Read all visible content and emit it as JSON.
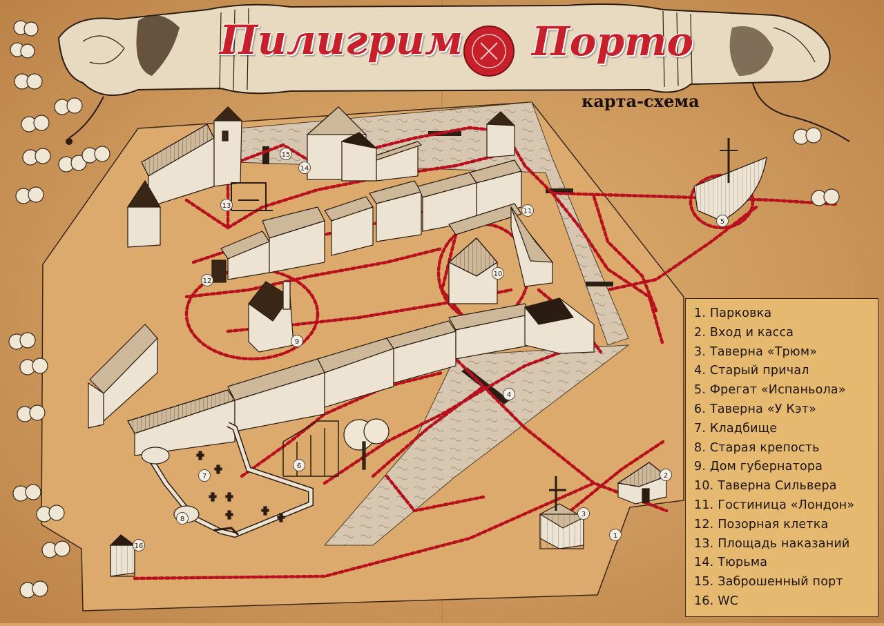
{
  "title": {
    "left_word": "Пилигрим",
    "right_word": "Порто"
  },
  "subtitle": "карта-схема",
  "legend": [
    {
      "num": "1",
      "label": "1. Парковка"
    },
    {
      "num": "2",
      "label": "2. Вход и касса"
    },
    {
      "num": "3",
      "label": "3. Таверна «Трюм»"
    },
    {
      "num": "4",
      "label": "4. Старый причал"
    },
    {
      "num": "5",
      "label": "5. Фрегат «Испаньола»"
    },
    {
      "num": "6",
      "label": "6. Таверна «У Кэт»"
    },
    {
      "num": "7",
      "label": "7. Кладбище"
    },
    {
      "num": "8",
      "label": "8. Старая крепость"
    },
    {
      "num": "9",
      "label": "9. Дом губернатора"
    },
    {
      "num": "10",
      "label": "10. Таверна Сильвера"
    },
    {
      "num": "11",
      "label": "11. Гостиница «Лондон»"
    },
    {
      "num": "12",
      "label": "12. Позорная клетка"
    },
    {
      "num": "13",
      "label": "13. Площадь наказаний"
    },
    {
      "num": "14",
      "label": "14. Тюрьма"
    },
    {
      "num": "15",
      "label": "15. Заброшенный порт"
    },
    {
      "num": "16",
      "label": "16. WC"
    }
  ],
  "colors": {
    "paper": "#d9a66a",
    "paper_dark": "#c88f52",
    "canal": "#d8c7b0",
    "path_red": "#b8111e",
    "title_red": "#c8202a",
    "ink": "#1d140c",
    "building_wall": "#ede3d3",
    "building_roof": "#cdb89a"
  }
}
